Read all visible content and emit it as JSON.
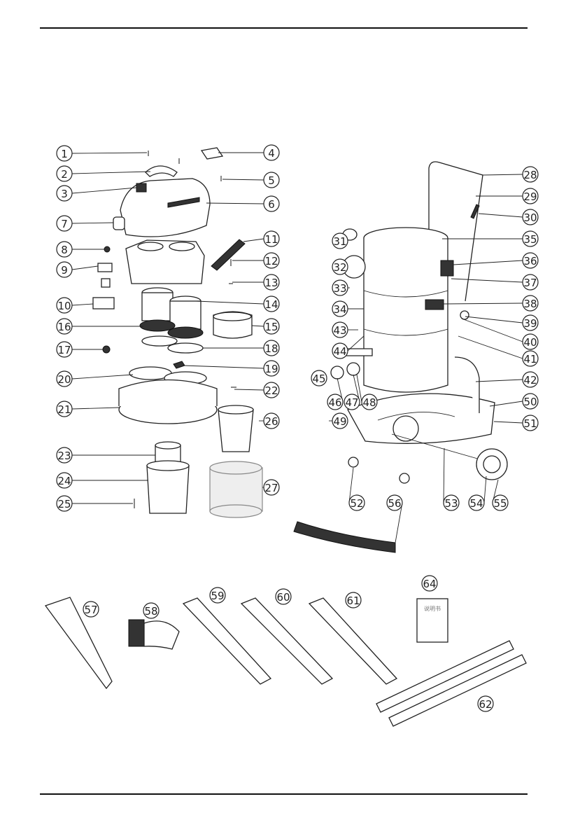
{
  "diagram": {
    "callouts": [
      "1",
      "2",
      "3",
      "4",
      "5",
      "6",
      "7",
      "8",
      "9",
      "10",
      "11",
      "12",
      "13",
      "14",
      "15",
      "16",
      "17",
      "18",
      "19",
      "20",
      "21",
      "22",
      "23",
      "24",
      "25",
      "26",
      "27",
      "28",
      "29",
      "30",
      "31",
      "32",
      "33",
      "34",
      "35",
      "36",
      "37",
      "38",
      "39",
      "40",
      "41",
      "42",
      "43",
      "44",
      "45",
      "46",
      "47",
      "48",
      "49",
      "50",
      "51",
      "52",
      "53",
      "54",
      "55",
      "56",
      "57",
      "58",
      "59",
      "60",
      "61",
      "62",
      "64"
    ],
    "manual_cover_text": "说明书"
  }
}
